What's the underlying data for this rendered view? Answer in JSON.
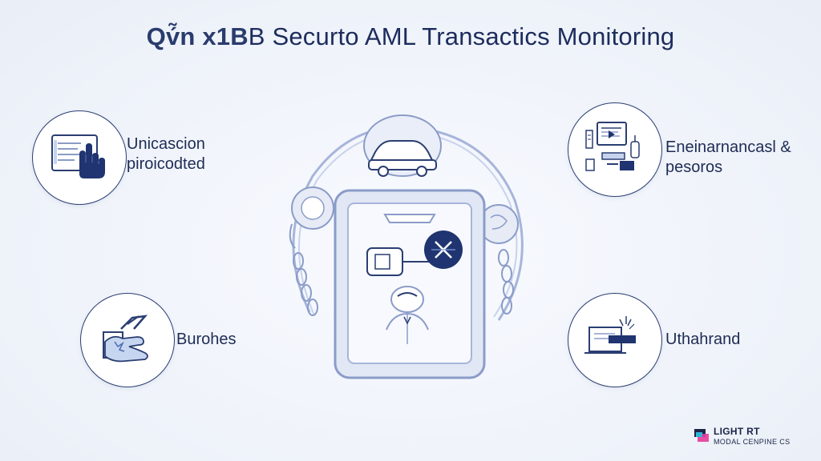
{
  "header": {
    "title_prefix": "Qv́̃n x1B",
    "title_main": "B Securto AML Transactics Monitoring"
  },
  "features": [
    {
      "label_line1": "Unicascion",
      "label_line2": "piroicodted",
      "icon": "document-hand-icon"
    },
    {
      "label_line1": "Eneinarnancasl &",
      "label_line2": "pesoros",
      "icon": "desk-monitor-icon"
    },
    {
      "label_line1": "Burohes",
      "label_line2": "",
      "icon": "hand-check-icon"
    },
    {
      "label_line1": "Uthahrand",
      "label_line2": "",
      "icon": "laptop-card-icon"
    }
  ],
  "center": {
    "icon": "phone-security-icon"
  },
  "logo": {
    "brand": "LIGHT RT",
    "sub": "MODAL CENPINE CS"
  },
  "colors": {
    "navy": "#1c2c5c",
    "outline": "#8b9cc8",
    "accent": "#1f3470",
    "background": "#f1f4fa"
  }
}
